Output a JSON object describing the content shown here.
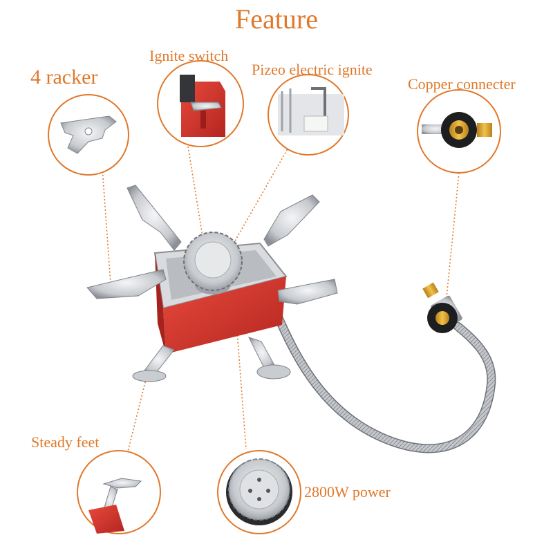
{
  "title": "Feature",
  "labels": {
    "racker": "4 racker",
    "ignite_switch": "Ignite switch",
    "piezo": "Pizeo electric ignite",
    "copper": "Copper connecter",
    "feet": "Steady feet",
    "power": "2800W power"
  },
  "colors": {
    "accent": "#e0782a",
    "stove_body": "#d8382f",
    "steel": "#c9ccd0",
    "brass": "#e0a52a"
  }
}
